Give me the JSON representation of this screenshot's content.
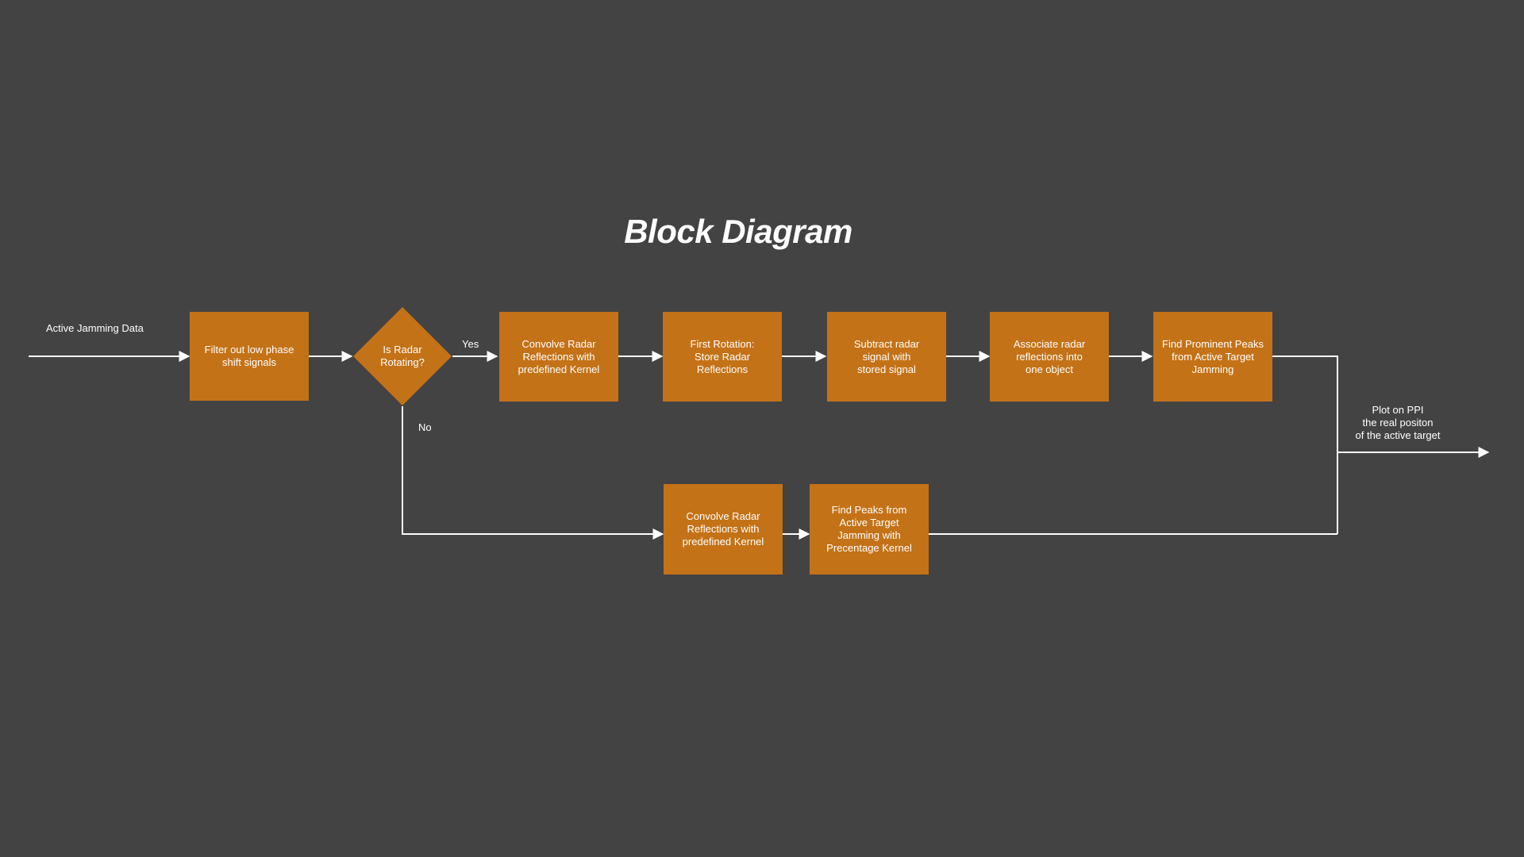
{
  "title": "Block Diagram",
  "colors": {
    "background": "#434343",
    "block_fill": "#c47217",
    "connector": "#ffffff",
    "text": "#ffffff"
  },
  "input_label": "Active Jamming Data",
  "output_label": "Plot on PPI\nthe real positon\nof the active target",
  "decision": {
    "label": "Is Radar\nRotating?",
    "yes_label": "Yes",
    "no_label": "No"
  },
  "blocks": {
    "filter": "Filter out low phase\nshift signals",
    "convolve_top": "Convolve Radar\nReflections with\npredefined Kernel",
    "first_rotation": "First Rotation:\nStore Radar\nReflections",
    "subtract": "Subtract radar\nsignal with\nstored signal",
    "associate": "Associate radar\nreflections into\none object",
    "find_prominent": "Find Prominent Peaks\nfrom Active Target\nJamming",
    "convolve_bottom": "Convolve Radar\nReflections with\npredefined Kernel",
    "find_peaks_percentage": "Find Peaks from\nActive Target\nJamming with\nPrecentage Kernel"
  }
}
